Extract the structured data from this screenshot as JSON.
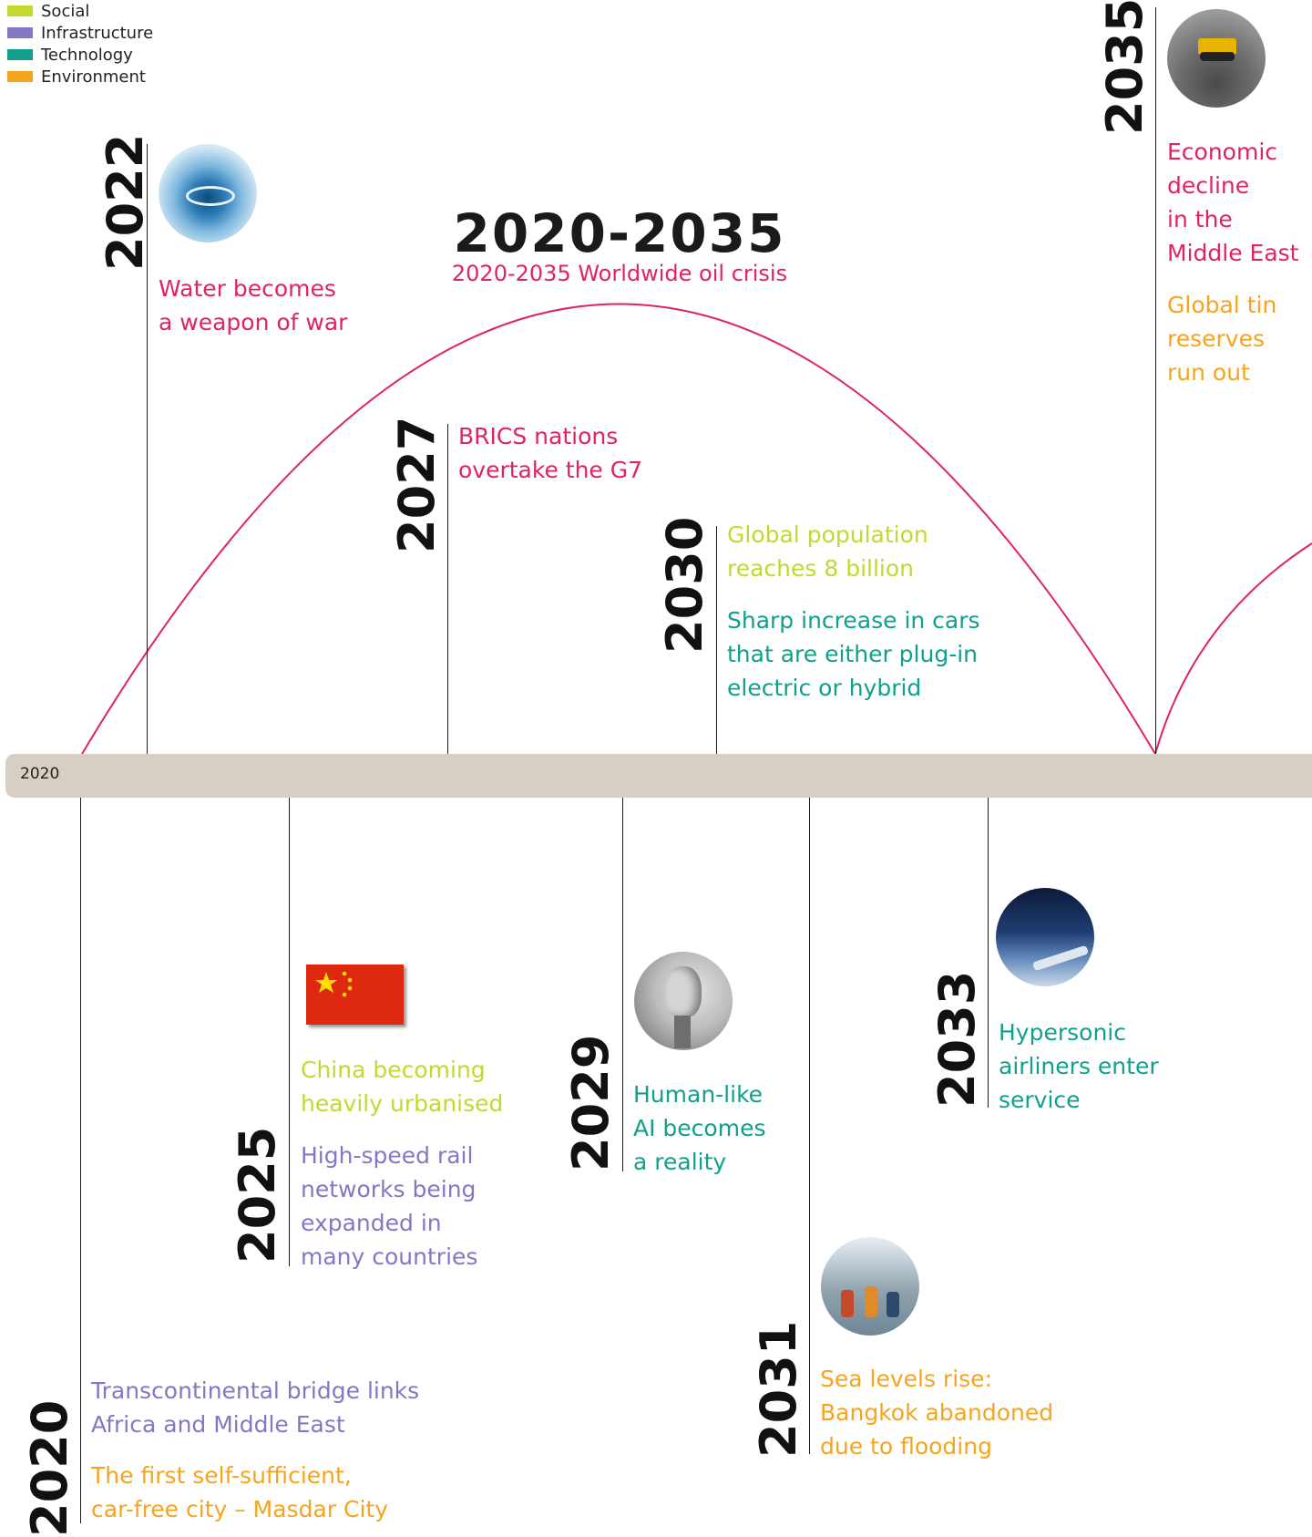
{
  "legend": [
    {
      "label": "Social",
      "color": "#c4d82e"
    },
    {
      "label": "Infrastructure",
      "color": "#8278c4"
    },
    {
      "label": "Technology",
      "color": "#10a08c"
    },
    {
      "label": "Environment",
      "color": "#f6a41e"
    }
  ],
  "colors": {
    "social": "#c4d82e",
    "infrastructure": "#8278c4",
    "technology": "#10a08c",
    "environment": "#f6a41e",
    "economy": "#e0245e",
    "arc": "#e0245e"
  },
  "headline": {
    "title": "2020-2035",
    "subtitle": "2020-2035 Worldwide oil crisis"
  },
  "timeline": {
    "label": "2020"
  },
  "events": {
    "y2022": {
      "year": "2022",
      "icon": "water-drop-photo",
      "lines": [
        "Water becomes",
        "a weapon of war"
      ]
    },
    "y2027": {
      "year": "2027",
      "lines": [
        "BRICS nations",
        "overtake the G7"
      ]
    },
    "y2030": {
      "year": "2030",
      "social_lines": [
        "Global population",
        "reaches 8 billion"
      ],
      "tech_lines": [
        "Sharp increase in cars",
        "that are either plug-in",
        "electric or hybrid"
      ]
    },
    "y2035": {
      "year": "2035",
      "icon": "mining-truck-photo",
      "economy_lines": [
        "Economic",
        "decline",
        "in the",
        "Middle East"
      ],
      "env_lines": [
        "Global tin",
        "reserves",
        "run out"
      ]
    },
    "y2020": {
      "year": "2020",
      "infra_lines": [
        "Transcontinental bridge links",
        "Africa and Middle East"
      ],
      "env_lines": [
        "The first self-sufficient,",
        "car-free city – Masdar City"
      ]
    },
    "y2025": {
      "year": "2025",
      "icon": "china-flag",
      "social_lines": [
        "China becoming",
        "heavily urbanised"
      ],
      "infra_lines": [
        "High-speed rail",
        "networks being",
        "expanded in",
        "many countries"
      ]
    },
    "y2029": {
      "year": "2029",
      "icon": "robot-face-photo",
      "lines": [
        "Human-like",
        "AI becomes",
        "a reality"
      ]
    },
    "y2031": {
      "year": "2031",
      "icon": "flood-photo",
      "lines": [
        "Sea levels rise:",
        "Bangkok abandoned",
        "due to flooding"
      ]
    },
    "y2033": {
      "year": "2033",
      "icon": "sky-wing-photo",
      "lines": [
        "Hypersonic",
        "airliners enter",
        "service"
      ]
    }
  }
}
